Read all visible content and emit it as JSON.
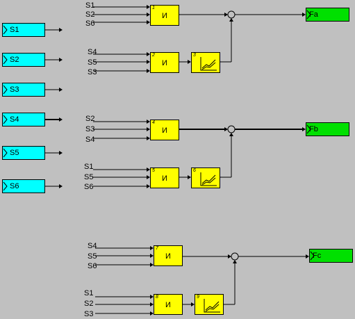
{
  "input_ports": [
    {
      "label": "S1"
    },
    {
      "label": "S2"
    },
    {
      "label": "S3"
    },
    {
      "label": "S4"
    },
    {
      "label": "S5"
    },
    {
      "label": "S6"
    }
  ],
  "groups": [
    {
      "output_label": "Fa",
      "and_block": {
        "number": "1",
        "label": "И",
        "inputs": [
          "S1",
          "S2",
          "S6"
        ]
      },
      "delay_and_block": {
        "number": "2",
        "label": "И",
        "inputs": [
          "S4",
          "S5",
          "S3"
        ]
      },
      "filter_block": {
        "number": "3",
        "icon": "chart-icon"
      }
    },
    {
      "output_label": "Fb",
      "and_block": {
        "number": "4",
        "label": "И",
        "inputs": [
          "S2",
          "S3",
          "S4"
        ]
      },
      "delay_and_block": {
        "number": "5",
        "label": "И",
        "inputs": [
          "S1",
          "S5",
          "S6"
        ]
      },
      "filter_block": {
        "number": "6",
        "icon": "chart-icon"
      }
    },
    {
      "output_label": "Fc",
      "and_block": {
        "number": "7",
        "label": "И",
        "inputs": [
          "S4",
          "S5",
          "S6"
        ]
      },
      "delay_and_block": {
        "number": "8",
        "label": "И",
        "inputs": [
          "S1",
          "S2",
          "S3"
        ]
      },
      "filter_block": {
        "number": "9",
        "icon": "chart-icon"
      }
    }
  ],
  "colors": {
    "background": "#c0c0c0",
    "input_port": "#00ffff",
    "output_port": "#00e000",
    "block": "#ffff00"
  }
}
